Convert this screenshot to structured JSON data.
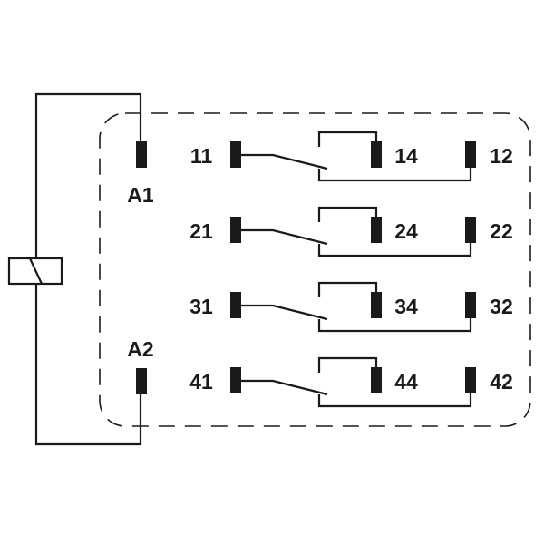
{
  "coil": {
    "label_top": "A1",
    "label_bottom": "A2"
  },
  "contacts": [
    {
      "common": "11",
      "no": "14",
      "nc": "12"
    },
    {
      "common": "21",
      "no": "24",
      "nc": "22"
    },
    {
      "common": "31",
      "no": "34",
      "nc": "32"
    },
    {
      "common": "41",
      "no": "44",
      "nc": "42"
    }
  ],
  "colors": {
    "line": "#1a1a1a"
  }
}
